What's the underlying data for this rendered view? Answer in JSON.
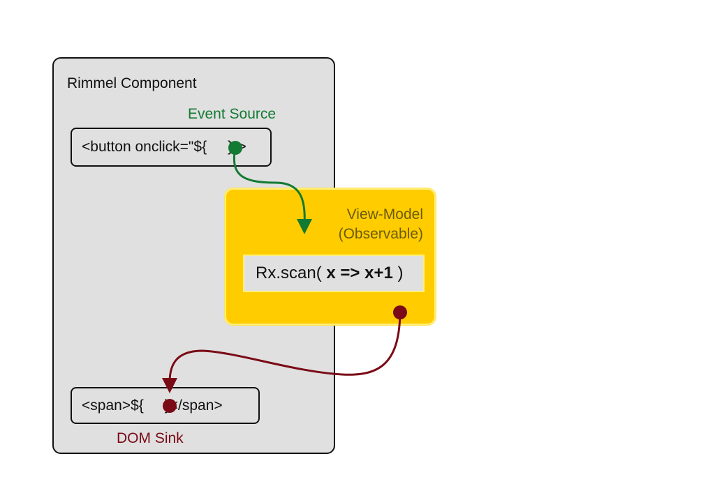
{
  "component": {
    "title": "Rimmel Component",
    "event_source_label": "Event Source",
    "button_code_before": "<button onclick=\"${",
    "button_code_after": "}\">",
    "span_code_before": "<span>${",
    "span_code_after": "}</span>",
    "dom_sink_label": "DOM Sink"
  },
  "view_model": {
    "title_line1": "View-Model",
    "title_line2": "(Observable)",
    "scan_prefix": "Rx.scan( ",
    "scan_bold": "x => x+1",
    "scan_suffix": " )"
  },
  "colors": {
    "source": "#137a33",
    "sink": "#7a0a16",
    "view_model_fill": "#ffcc00",
    "component_fill": "#e0e0e0"
  }
}
